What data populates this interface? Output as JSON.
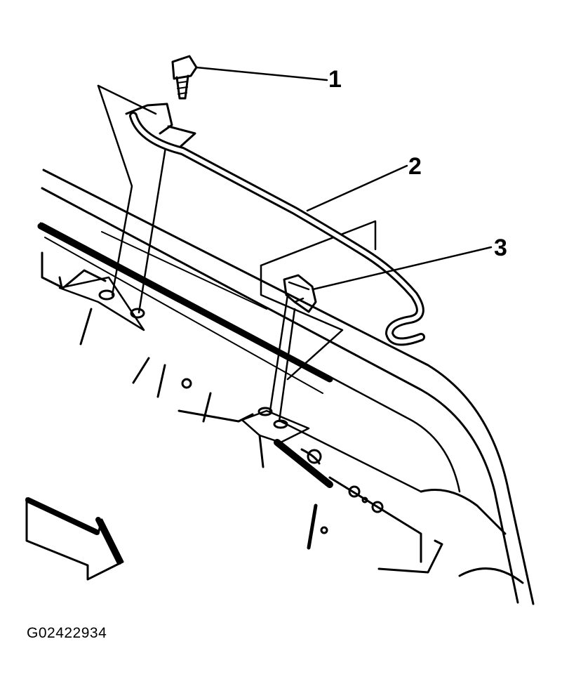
{
  "diagram": {
    "callouts": [
      {
        "label": "1",
        "part": "bolt"
      },
      {
        "label": "2",
        "part": "wire-harness"
      },
      {
        "label": "3",
        "part": "connector-clip"
      }
    ],
    "figure_code": "G02422934",
    "colors": {
      "ink": "#000000",
      "paper": "#ffffff"
    }
  }
}
